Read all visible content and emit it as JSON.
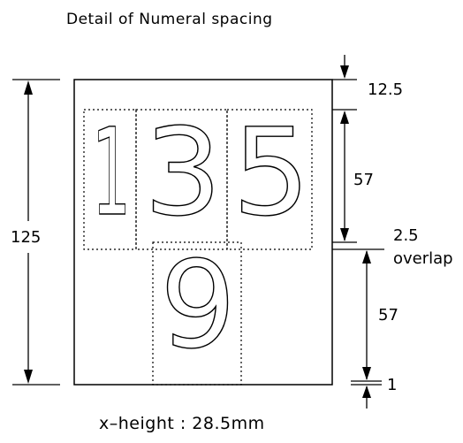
{
  "title": "Detail of Numeral spacing",
  "digits": [
    "1",
    "3",
    "5",
    "9"
  ],
  "dimensions": {
    "overall_height": "125",
    "top_margin": "12.5",
    "row_height_1": "57",
    "gap_value": "2.5",
    "gap_note": "overlap",
    "row_height_2": "57",
    "bottom_margin": "1"
  },
  "footer": "x–height : 28.5mm"
}
